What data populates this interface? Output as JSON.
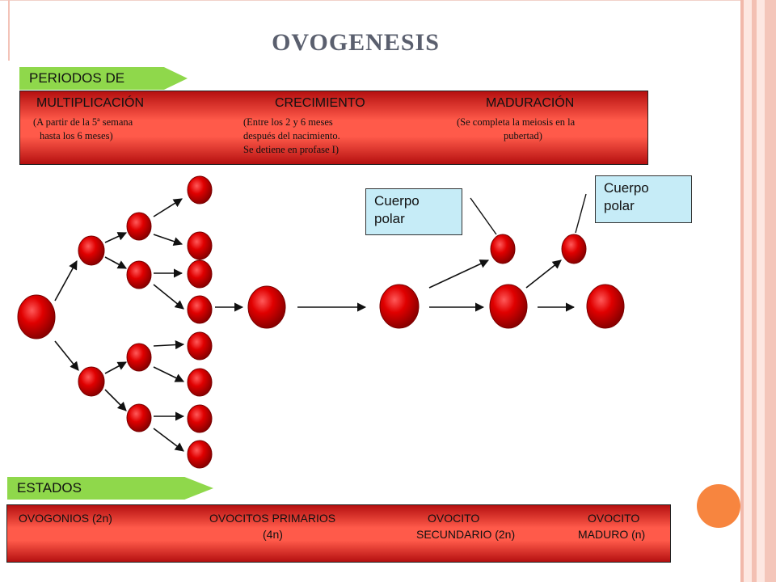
{
  "title": "OVOGENESIS",
  "periodos": {
    "tab_label": "PERIODOS DE",
    "multiplicacion": {
      "name": "MULTIPLICACIÓN",
      "line1": "(A partir de la 5ª semana",
      "line2": "hasta los 6 meses)"
    },
    "crecimiento": {
      "name": "CRECIMIENTO",
      "line1": "(Entre los 2 y 6 meses",
      "line2": "después del nacimiento.",
      "line3": "Se detiene en profase I)"
    },
    "maduracion": {
      "name": "MADURACIÓN",
      "line1": "(Se completa la meiosis en la",
      "line2": "pubertad)"
    }
  },
  "estados": {
    "tab_label": "ESTADOS",
    "ovogonios": "OVOGONIOS (2n)",
    "primarios_line1": "OVOCITOS PRIMARIOS",
    "primarios_line2": "(4n)",
    "secundario_line1": "OVOCITO",
    "secundario_line2": "SECUNDARIO (2n)",
    "maduro_line1": "OVOCITO",
    "maduro_line2": "MADURO (n)"
  },
  "callouts": {
    "left": {
      "line1": "Cuerpo",
      "line2": "polar"
    },
    "right": {
      "line1": "Cuerpo",
      "line2": "polar"
    }
  },
  "colors": {
    "cell": "#d10000",
    "band": "#ff5a4a",
    "tab": "#8fd84b",
    "callout": "#c6ecf7",
    "accent": "#f7853f"
  }
}
